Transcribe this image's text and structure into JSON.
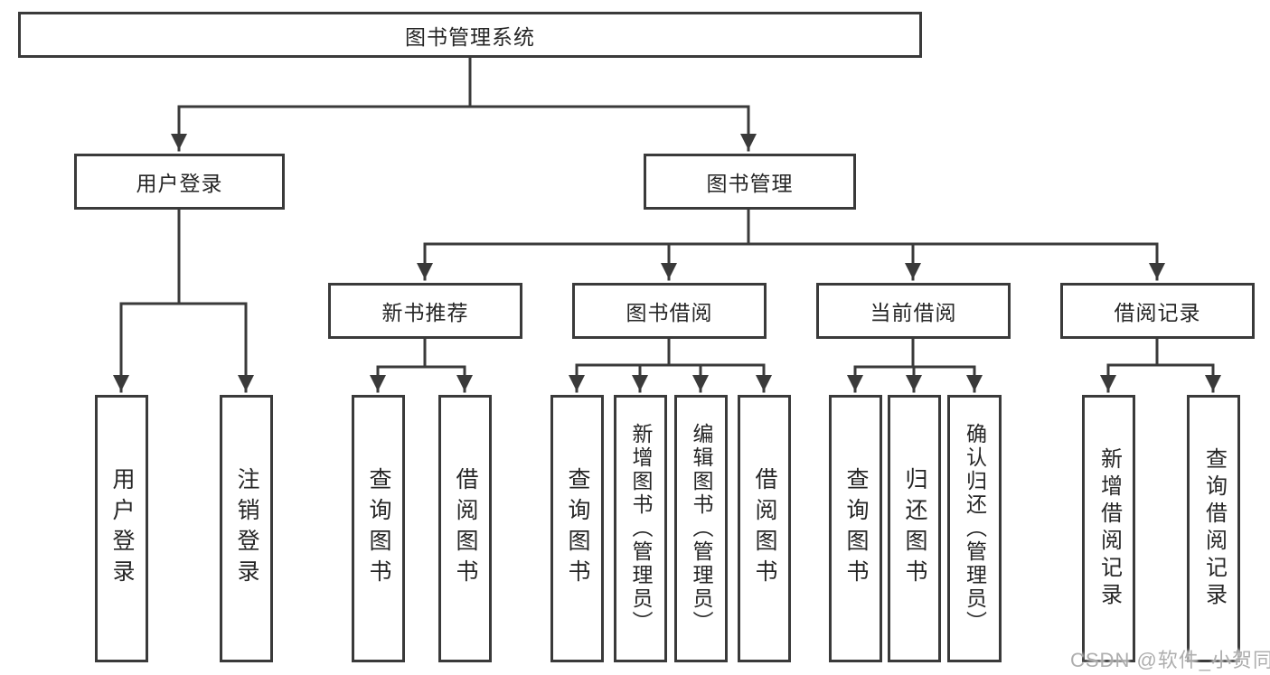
{
  "nodes": {
    "root": "图书管理系统",
    "user_login": "用户登录",
    "book_mgmt": "图书管理",
    "new_book_rec": "新书推荐",
    "book_borrow": "图书借阅",
    "current_borrow": "当前借阅",
    "borrow_records": "借阅记录",
    "ul_user_login": "用户登录",
    "ul_logout": "注销登录",
    "nb_query_books": "查询图书",
    "nb_borrow_books": "借阅图书",
    "bb_query_books": "查询图书",
    "bb_add_books": "新增图书（管理员）",
    "bb_edit_books": "编辑图书（管理员）",
    "bb_borrow_books": "借阅图书",
    "cb_query_books": "查询图书",
    "cb_return_books": "归还图书",
    "cb_confirm_return": "确认归还（管理员）",
    "br_add_record": "新增借阅记录",
    "br_query_record": "查询借阅记录"
  },
  "colors": {
    "line": "#3a3a3a",
    "box_border": "#3a3a3a",
    "text": "#262626",
    "watermark": "#a5a5a5"
  },
  "watermark": "CSDN @软件_小贺同学"
}
